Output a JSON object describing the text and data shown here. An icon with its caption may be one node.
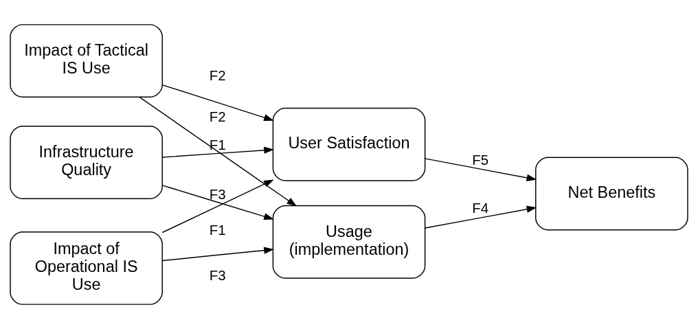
{
  "diagram": {
    "nodes": [
      {
        "text": [
          "Infrastructure Quality"
        ]
      },
      {
        "text": [
          "Impact of Tactical IS Use"
        ]
      },
      {
        "text": [
          "Impact of Operational IS Use"
        ]
      },
      {
        "text": [
          "Usage (implementation)"
        ]
      },
      {
        "text": [
          "User Satisfaction"
        ]
      },
      {
        "text": [
          "Net Benefits"
        ]
      }
    ],
    "edges": [
      {
        "from": 0,
        "to": 3,
        "arrow": "to",
        "label": "F1"
      },
      {
        "from": 0,
        "to": 4,
        "arrow": "to",
        "label": "F1"
      },
      {
        "from": 1,
        "to": 3,
        "arrow": "to",
        "label": "F2"
      },
      {
        "from": 1,
        "to": 4,
        "arrow": "to",
        "label": "F2"
      },
      {
        "from": 2,
        "to": 3,
        "arrow": "to",
        "label": "F3"
      },
      {
        "from": 2,
        "to": 4,
        "arrow": "to",
        "label": "F3"
      },
      {
        "from": 3,
        "to": 5,
        "arrow": "to",
        "label": "F4"
      },
      {
        "from": 4,
        "to": 5,
        "arrow": "to",
        "label": "F5"
      }
    ]
  }
}
